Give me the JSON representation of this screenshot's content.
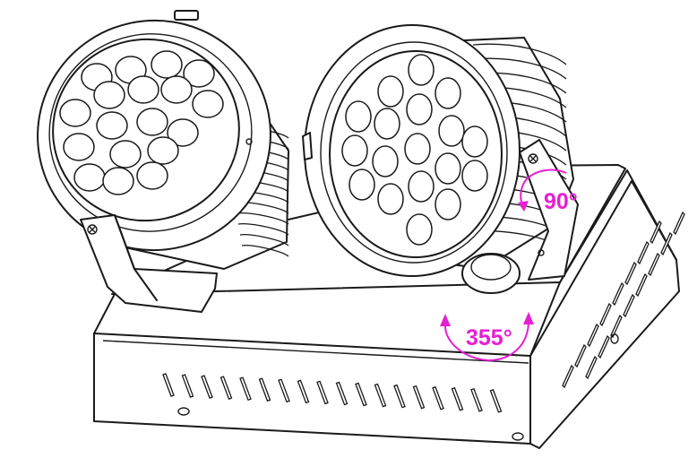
{
  "annotations": {
    "tilt_angle": "90°",
    "pan_angle": "355°"
  },
  "colors": {
    "annotation": "#e61ed2",
    "line": "#1a1a1a",
    "background": "#ffffff"
  },
  "components": {
    "lamp_heads": 2,
    "leds_per_head": 18
  }
}
